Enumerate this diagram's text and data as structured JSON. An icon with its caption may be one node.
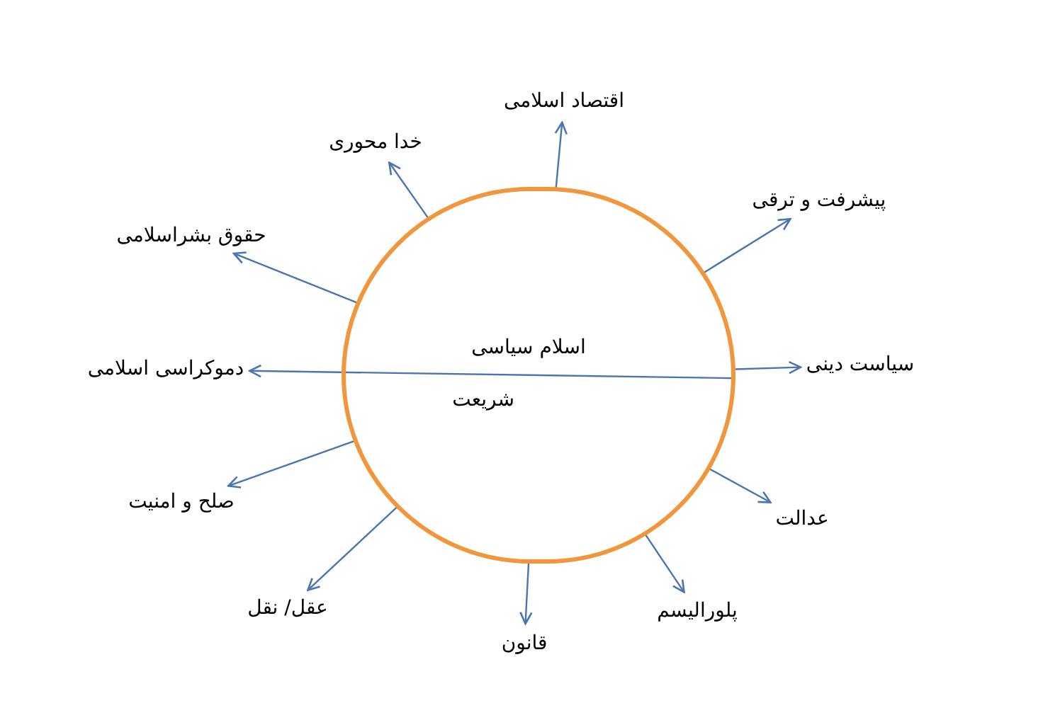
{
  "diagram": {
    "nodes": [
      {
        "text": [
          "اسلام سیاسی",
          "شریعت"
        ]
      },
      {
        "text": [
          "اقتصاد اسلامی"
        ]
      },
      {
        "text": [
          "خدا محوری"
        ]
      },
      {
        "text": [
          "پیشرفت و ترقی"
        ]
      },
      {
        "text": [
          "حقوق بشراسلامی"
        ]
      },
      {
        "text": [
          "دموکراسی اسلامی"
        ]
      },
      {
        "text": [
          "سیاست دینی"
        ]
      },
      {
        "text": [
          "صلح و امنیت"
        ]
      },
      {
        "text": [
          "عدالت"
        ]
      },
      {
        "text": [
          "عقل/ نقل"
        ]
      },
      {
        "text": [
          "پلورالیسم"
        ]
      },
      {
        "text": [
          "قانون"
        ]
      }
    ],
    "edges": [
      {
        "from": 0,
        "to": 1,
        "arrow": "to"
      },
      {
        "from": 0,
        "to": 2,
        "arrow": "to"
      },
      {
        "from": 0,
        "to": 3,
        "arrow": "to"
      },
      {
        "from": 0,
        "to": 4,
        "arrow": "to"
      },
      {
        "from": 0,
        "to": 5,
        "arrow": "to"
      },
      {
        "from": 0,
        "to": 6,
        "arrow": "to"
      },
      {
        "from": 0,
        "to": 7,
        "arrow": "to"
      },
      {
        "from": 0,
        "to": 8,
        "arrow": "to"
      },
      {
        "from": 0,
        "to": 9,
        "arrow": "to"
      },
      {
        "from": 0,
        "to": 10,
        "arrow": "to"
      },
      {
        "from": 0,
        "to": 11,
        "arrow": "to"
      }
    ]
  }
}
